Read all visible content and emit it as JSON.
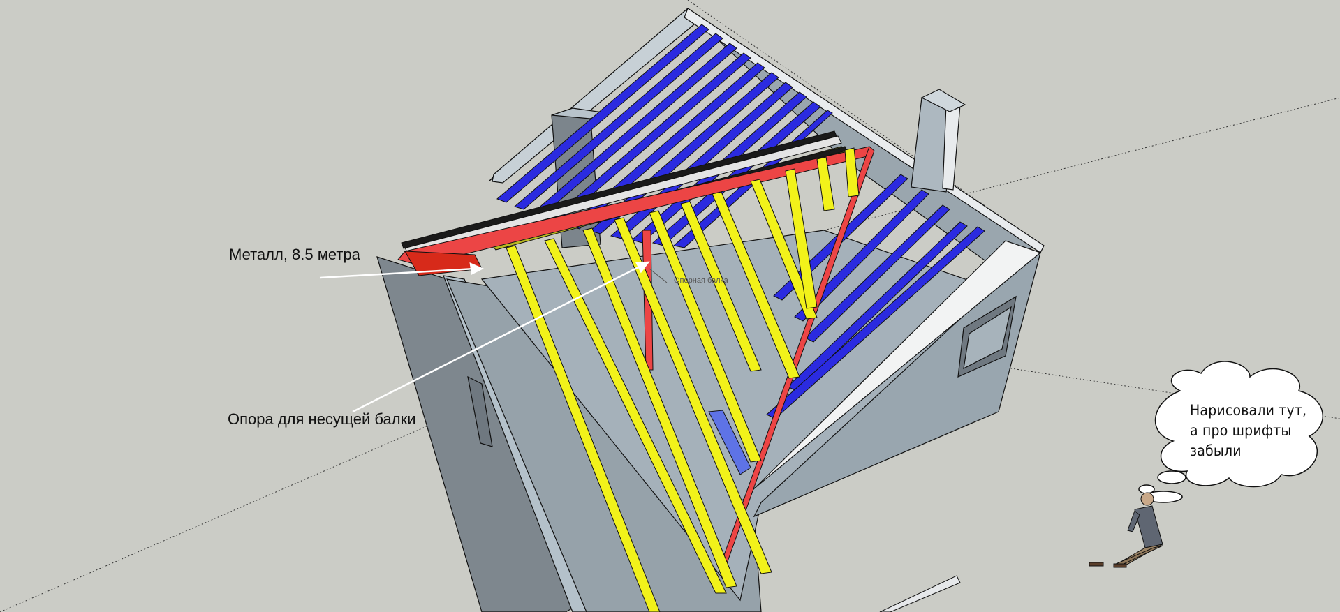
{
  "colors": {
    "background": "#cbccc6",
    "wall_light": "#a9b5be",
    "wall_dark": "#7d868d",
    "rafter_yellow": "#f2f21a",
    "rafter_blue": "#2b2be0",
    "beam_red": "#ec4545",
    "purlin_olive": "#b8b822"
  },
  "labels": {
    "metal": "Металл, 8.5 метра",
    "support": "Опора для несущей балки",
    "small_note": "Опорная балка"
  },
  "thought_bubble": {
    "lines": [
      "Нарисовали тут,",
      "а про шрифты",
      "забыли"
    ]
  },
  "icons": {
    "person": "person-figure-icon",
    "bubble": "thought-bubble-icon"
  }
}
